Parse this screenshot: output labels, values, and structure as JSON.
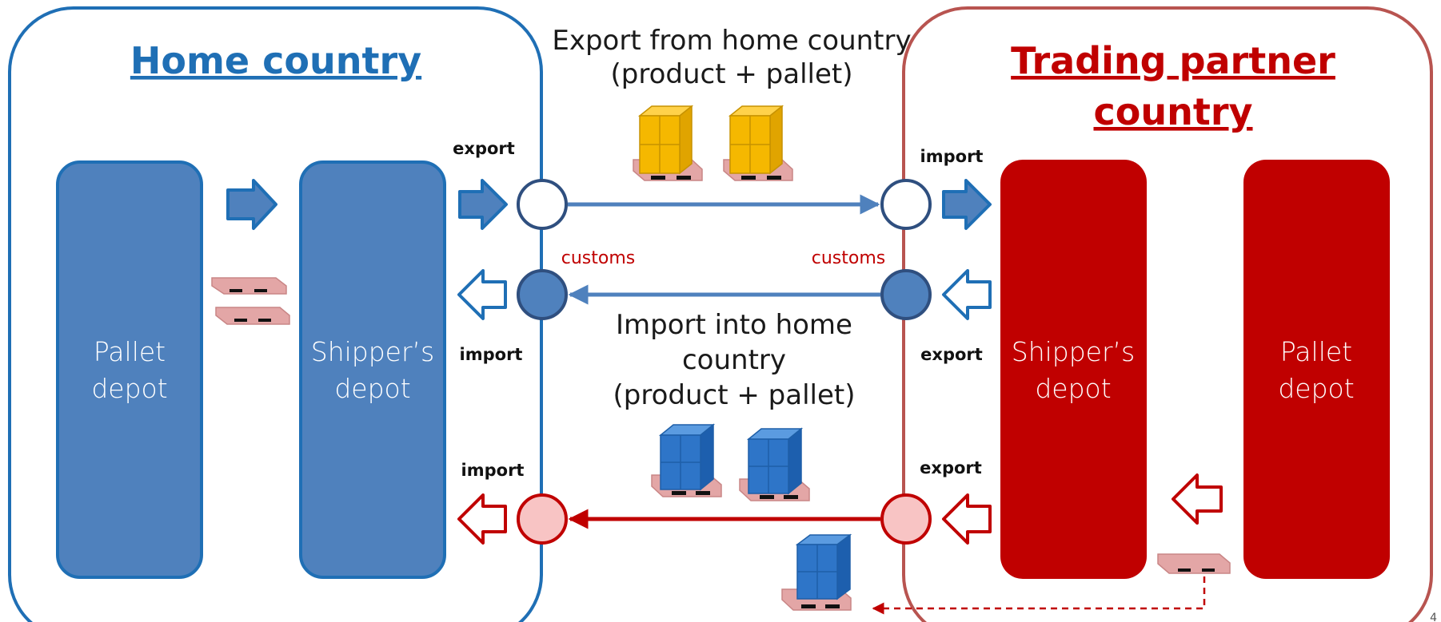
{
  "home": {
    "title": "Home country",
    "pallet_depot": [
      "Pallet",
      "depot"
    ],
    "shipper_depot": [
      "Shipper’s",
      "depot"
    ],
    "color": "#1f6fb5",
    "fill": "#4f81bd"
  },
  "partner": {
    "title": [
      "Trading partner",
      "country"
    ],
    "pallet_depot": [
      "Pallet",
      "depot"
    ],
    "shipper_depot": [
      "Shipper’s",
      "depot"
    ],
    "color": "#c00000",
    "border": "#b85450"
  },
  "flows": {
    "export_heading": [
      "Export from home country",
      "(product + pallet)"
    ],
    "import_heading": [
      "Import into home",
      "country",
      "(product + pallet)"
    ]
  },
  "tags": {
    "export_top_left": "export",
    "import_top_right": "import",
    "import_mid_left": "import",
    "export_mid_right": "export",
    "import_bottom_left": "import",
    "export_bottom_right": "export",
    "customs_left": "customs",
    "customs_right": "customs"
  },
  "colors": {
    "cargo_yellow": "#f5b800",
    "cargo_blue": "#2e75c8",
    "pallet_pink": "#e3a6a6",
    "circle_navy": "#2f4f7f",
    "circle_blue_fill": "#4f81bd",
    "circle_pink_fill": "#f8c4c4"
  },
  "page_number": "4"
}
